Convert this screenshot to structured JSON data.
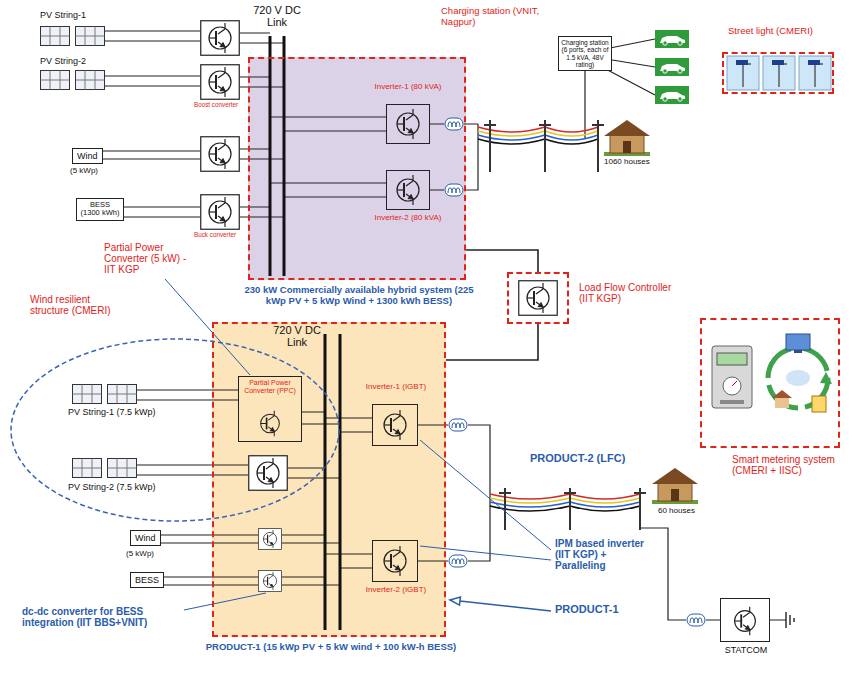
{
  "diagram": {
    "nodes": [
      {
        "text": [
          "230 kW Commercially available hybrid system (225 kWp PV + 5 kWp Wind + 1300 kWh BESS)"
        ]
      },
      {
        "text": [
          "Wind"
        ]
      },
      {
        "text": [
          "BESS (1300 kWh)"
        ]
      },
      {
        "text": [
          "Inverter-1 (80 kVA)"
        ],
        "in": 0
      },
      {
        "text": [
          "Inverter-2 (80 kVA)"
        ],
        "in": 0
      },
      {
        "text": [
          "Charging station (VNIT, Nagpur)",
          "Charging station (6 ports, each of 1.5 kVA, 48V rating)"
        ]
      },
      {
        "text": [
          "Street light (CMERI)"
        ]
      },
      {
        "text": [
          "Load Flow Controller (IIT KGP)"
        ]
      },
      {
        "text": [
          "PRODUCT-1 (15 kWp PV + 5 kW wind + 100 kW-h BESS)"
        ]
      },
      {
        "text": [
          "Wind resilient structure (CMERI)"
        ]
      },
      {
        "text": [
          "Partial Power Converter (PPC)"
        ],
        "in": 8
      },
      {
        "text": [
          "Wind"
        ]
      },
      {
        "text": [
          "BESS"
        ]
      },
      {
        "text": [
          "Inverter-1 (IGBT)"
        ],
        "in": 8
      },
      {
        "text": [
          "Inverter-2 (IGBT)"
        ],
        "in": 8
      },
      {
        "text": [
          "Smart metering system (CMERI + IISC)"
        ]
      },
      {
        "text": [
          "STATCOM"
        ]
      }
    ],
    "edges": [
      {
        "from": 0,
        "to": 7,
        "arrow": "none"
      },
      {
        "from": 7,
        "to": 8,
        "arrow": "none"
      }
    ],
    "labels": [
      "PV String-1",
      "PV String-2",
      "720 V DC Link",
      "(5 kWp)",
      "Boost converter",
      "Buck converter",
      "1060 houses",
      "Partial Power Converter (5 kW) - IIT KGP",
      "720 V DC Link",
      "PV String-1 (7.5 kWp)",
      "PV String-2 (7.5 kWp)",
      "(5 kWp)",
      "PRODUCT-2 (LFC)",
      "60 houses",
      "IPM based inverter (IIT KGP) + Paralleling",
      "PRODUCT-1",
      "dc-dc converter for BESS integration (IIT BBS+VNIT)"
    ]
  }
}
